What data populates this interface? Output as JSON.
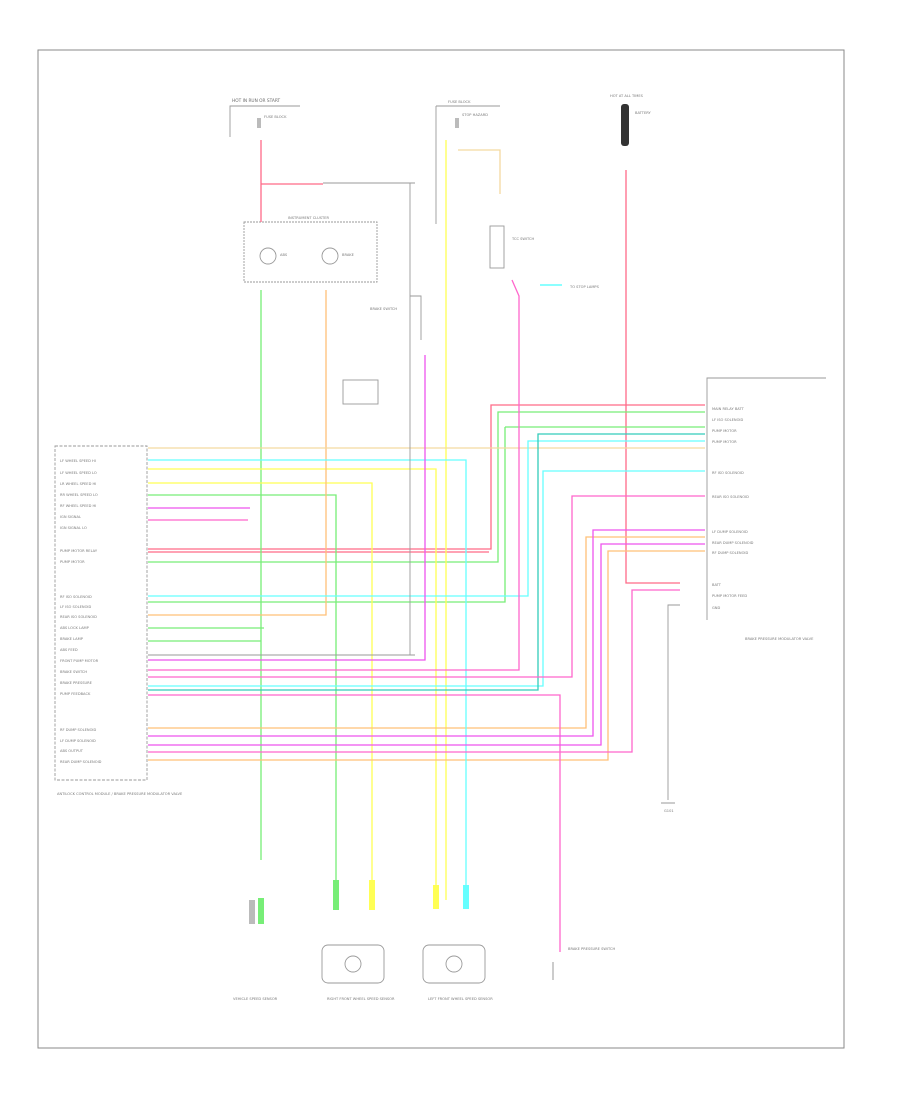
{
  "colors": {
    "red": "#ff6a88",
    "pink": "#ff66cc",
    "magenta": "#ee55ee",
    "green": "#77ee77",
    "yellow": "#ffff55",
    "orange": "#ffc078",
    "cyan": "#66ffff",
    "teal": "#33ccbb",
    "tan": "#f3d9a0",
    "gray": "#9a9a9a",
    "dark": "#555555"
  },
  "top": {
    "hot_label": "HOT IN RUN OR START",
    "fuse_a": "FUSE BLOCK",
    "fuse_b": "FUSE BLOCK",
    "stop_hazard": "STOP HAZARD",
    "hot_at_all": "HOT AT ALL TIMES",
    "battery_label": "BATTERY",
    "cluster_title": "INSTRUMENT CLUSTER",
    "warn_lamp": "ABS",
    "brake_lamp": "BRAKE",
    "brake_switch": "BRAKE SWITCH",
    "torque_switch": "TCC SWITCH",
    "to_lamps": "TO STOP LAMPS"
  },
  "left_module": {
    "pins": [
      "LF WHEEL SPEED HI",
      "LF WHEEL SPEED LO",
      "LR WHEEL SPEED HI",
      "RR WHEEL SPEED LO",
      "RF WHEEL SPEED HI",
      "IGN SIGNAL",
      "IGN SIGNAL LO",
      "",
      "PUMP MOTOR RELAY",
      "PUMP MOTOR",
      "",
      "RF ISO SOLENOID",
      "LF ISO SOLENOID",
      "REAR ISO SOLENOID",
      "ABS LOCK LAMP",
      "BRAKE LAMP",
      "ABS FEED",
      "FRONT PUMP MOTOR",
      "BRAKE SWITCH",
      "BRAKE PRESSURE",
      "PUMP FEEDBACK",
      "",
      "RF DUMP SOLENOID",
      "LF DUMP SOLENOID",
      "ABS OUTPUT",
      "REAR DUMP SOLENOID"
    ],
    "caption": "ANTILOCK CONTROL MODULE / BRAKE PRESSURE MODULATOR VALVE"
  },
  "right_module": {
    "pins": [
      "MAIN RELAY BATT",
      "LF ISO SOLENOID",
      "PUMP MOTOR",
      "PUMP MOTOR",
      "",
      "RF ISO SOLENOID",
      "",
      "REAR ISO SOLENOID",
      "",
      "LF DUMP SOLENOID",
      "REAR DUMP SOLENOID",
      "RF DUMP SOLENOID",
      "",
      "BATT",
      "PUMP MOTOR FEED",
      "GND"
    ],
    "caption": "BRAKE PRESSURE MODULATOR VALVE"
  },
  "sensors": {
    "vss": "VEHICLE SPEED SENSOR",
    "rf": "RIGHT FRONT WHEEL SPEED SENSOR",
    "lf": "LEFT FRONT WHEEL SPEED SENSOR",
    "pressure": "BRAKE PRESSURE SWITCH"
  },
  "ground": {
    "label": "G101"
  },
  "footer": {
    "code": ""
  }
}
